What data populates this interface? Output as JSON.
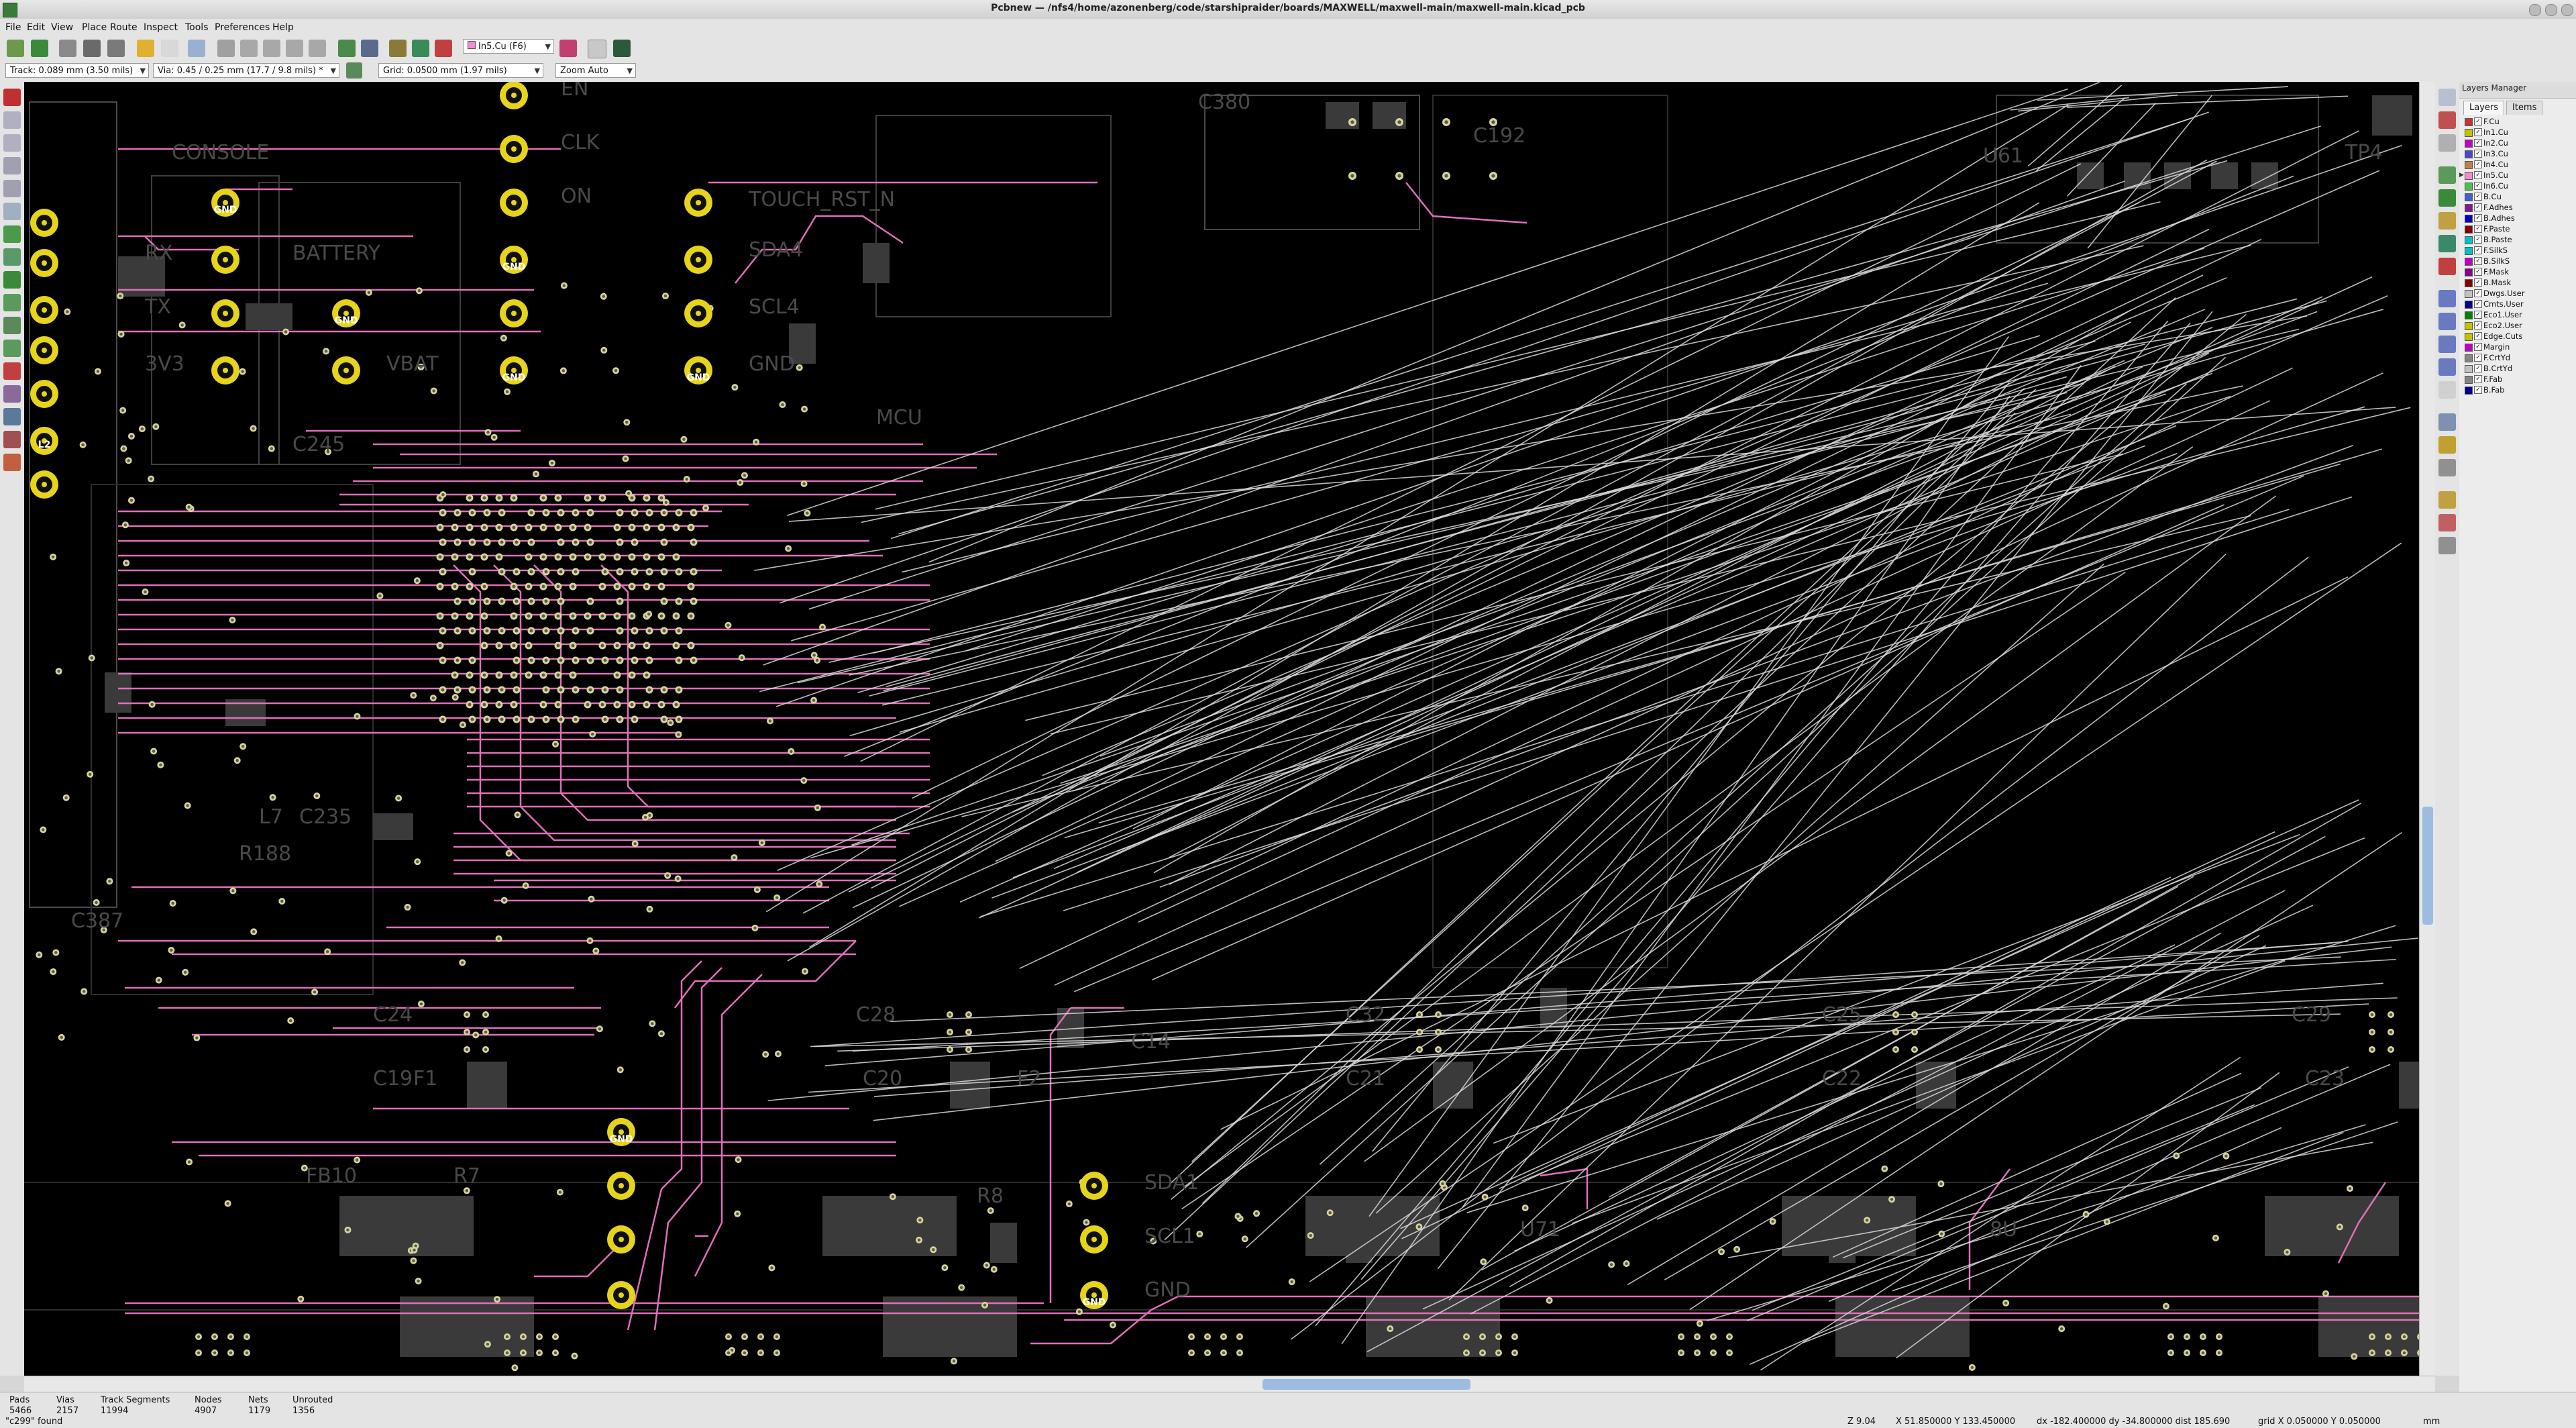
{
  "window": {
    "title": "Pcbnew — /nfs4/home/azonenberg/code/starshipraider/boards/MAXWELL/maxwell-main/maxwell-main.kicad_pcb"
  },
  "menu": [
    "File",
    "Edit",
    "View",
    "Place",
    "Route",
    "Inspect",
    "Tools",
    "Preferences",
    "Help"
  ],
  "toolbar": {
    "track_width": "Track: 0.089 mm (3.50 mils)",
    "via_size": "Via: 0.45 / 0.25 mm (17.7 / 9.8 mils) *",
    "grid": "Grid: 0.0500 mm (1.97 mils)",
    "zoom": "Zoom Auto",
    "active_layer": "In5.Cu (F6)"
  },
  "layers_manager": {
    "title": "Layers Manager",
    "tabs": [
      "Layers",
      "Items"
    ],
    "layers": [
      {
        "name": "F.Cu",
        "color": "#c83434",
        "selected": false
      },
      {
        "name": "In1.Cu",
        "color": "#c2c200",
        "selected": false
      },
      {
        "name": "In2.Cu",
        "color": "#c200c2",
        "selected": false
      },
      {
        "name": "In3.Cu",
        "color": "#4848c8",
        "selected": false
      },
      {
        "name": "In4.Cu",
        "color": "#c28048",
        "selected": false
      },
      {
        "name": "In5.Cu",
        "color": "#f28cd0",
        "selected": true
      },
      {
        "name": "In6.Cu",
        "color": "#48c248",
        "selected": false
      },
      {
        "name": "B.Cu",
        "color": "#3c64c8",
        "selected": false
      },
      {
        "name": "F.Adhes",
        "color": "#841a84",
        "selected": false
      },
      {
        "name": "B.Adhes",
        "color": "#0000c2",
        "selected": false
      },
      {
        "name": "F.Paste",
        "color": "#840000",
        "selected": false
      },
      {
        "name": "B.Paste",
        "color": "#00c2c2",
        "selected": false
      },
      {
        "name": "F.SilkS",
        "color": "#00c2c2",
        "selected": false
      },
      {
        "name": "B.SilkS",
        "color": "#c200c2",
        "selected": false
      },
      {
        "name": "F.Mask",
        "color": "#840084",
        "selected": false
      },
      {
        "name": "B.Mask",
        "color": "#840000",
        "selected": false
      },
      {
        "name": "Dwgs.User",
        "color": "#c2c2c2",
        "selected": false
      },
      {
        "name": "Cmts.User",
        "color": "#000084",
        "selected": false
      },
      {
        "name": "Eco1.User",
        "color": "#008400",
        "selected": false
      },
      {
        "name": "Eco2.User",
        "color": "#c2c200",
        "selected": false
      },
      {
        "name": "Edge.Cuts",
        "color": "#c2c200",
        "selected": false
      },
      {
        "name": "Margin",
        "color": "#c200c2",
        "selected": false
      },
      {
        "name": "F.CrtYd",
        "color": "#848484",
        "selected": false
      },
      {
        "name": "B.CrtYd",
        "color": "#c2c2c2",
        "selected": false
      },
      {
        "name": "F.Fab",
        "color": "#848484",
        "selected": false
      },
      {
        "name": "B.Fab",
        "color": "#000084",
        "selected": false
      }
    ]
  },
  "board": {
    "silk_labels": [
      "CONSOLE",
      "BATTERY",
      "TOUCH_RST_N",
      "SDA4",
      "SCL4",
      "GND",
      "RX",
      "TX",
      "3V3",
      "VBAT",
      "EN",
      "CLK",
      "ON",
      "MCU",
      "C245",
      "L7",
      "C235",
      "R188",
      "C387",
      "U61",
      "C380",
      "C192",
      "TP4",
      "C24",
      "C19",
      "F1",
      "FB10",
      "C28",
      "C20",
      "F2",
      "R8",
      "C14",
      "C32",
      "C21",
      "C25",
      "C22",
      "C29",
      "C23",
      "SDA1",
      "SCL1",
      "GND",
      "U71",
      "8U",
      "R7"
    ],
    "pad_labels": [
      "GND",
      "GND",
      "GND",
      "GND",
      "GND",
      "GND",
      "GND",
      "L2"
    ]
  },
  "status": {
    "pads_label": "Pads",
    "pads": "5466",
    "vias_label": "Vias",
    "vias": "2157",
    "tracks_label": "Track Segments",
    "tracks": "11994",
    "nodes_label": "Nodes",
    "nodes": "4907",
    "nets_label": "Nets",
    "nets": "1179",
    "unrouted_label": "Unrouted",
    "unrouted": "1356",
    "message": "\"c299\" found",
    "zoom": "Z 9.04",
    "cursor": "X 51.850000  Y 133.450000",
    "delta": "dx -182.400000  dy -34.800000  dist 185.690",
    "grid": "grid X 0.050000  Y 0.050000",
    "units": "mm"
  }
}
